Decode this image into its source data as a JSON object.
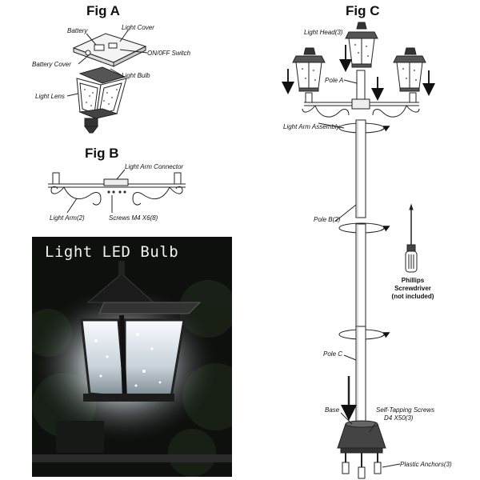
{
  "fig_a": {
    "title": "Fig A",
    "labels": {
      "battery": "Battery",
      "light_cover": "Light Cover",
      "on_off_switch": "ON/0FF Switch",
      "battery_cover": "Battery Cover",
      "light_bulb": "Light Bulb",
      "light_lens": "Light Lens"
    }
  },
  "fig_b": {
    "title": "Fig B",
    "labels": {
      "light_arm_connector": "Light Arm Connector",
      "light_arm": "Light Arm(2)",
      "screws": "Screws M4 X6(8)"
    }
  },
  "fig_c": {
    "title": "Fig C",
    "labels": {
      "light_head": "Light  Head(3)",
      "pole_a": "Pole A",
      "light_arm_assembly": "Light Arm Assembly",
      "pole_b": "Pole B(2)",
      "pole_c": "Pole C",
      "base": "Base",
      "self_tapping_screws_1": "Self-Tapping Screws",
      "self_tapping_screws_2": "D4 X50(3)",
      "plastic_anchors": "Plastic Anchors(3)"
    },
    "tool": {
      "name": "Phillips Screwdriver",
      "note": "(not included)"
    }
  },
  "photo": {
    "caption": "Light LED Bulb"
  }
}
